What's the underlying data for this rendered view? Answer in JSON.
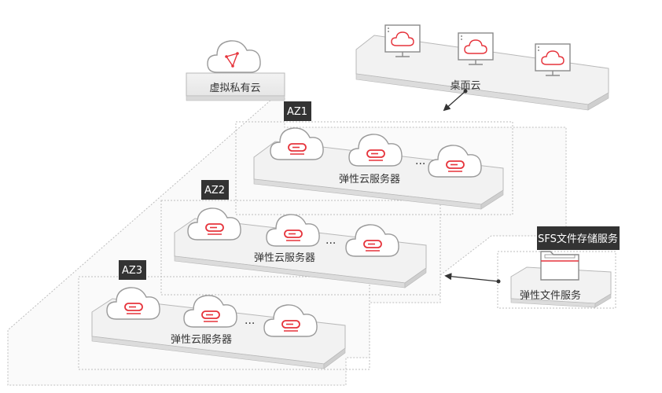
{
  "vpc": {
    "label": "虚拟私有云",
    "icon": "cloud-network-icon"
  },
  "desktop_cloud": {
    "label": "桌面云",
    "icon": "monitor-cloud-icon",
    "monitor_count": 3
  },
  "zones": [
    {
      "tag": "AZ1",
      "label": "弹性云服务器",
      "ellipsis": "···",
      "icon": "cloud-server-icon"
    },
    {
      "tag": "AZ2",
      "label": "弹性云服务器",
      "ellipsis": "···",
      "icon": "cloud-server-icon"
    },
    {
      "tag": "AZ3",
      "label": "弹性云服务器",
      "ellipsis": "···",
      "icon": "cloud-server-icon"
    }
  ],
  "sfs": {
    "tag": "SFS文件存储服务",
    "label": "弹性文件服务",
    "icon": "folder-icon"
  },
  "colors": {
    "accent": "#e6343c",
    "tag_bg": "#333333",
    "platform": "#ececec",
    "border": "#b8b8b8"
  }
}
